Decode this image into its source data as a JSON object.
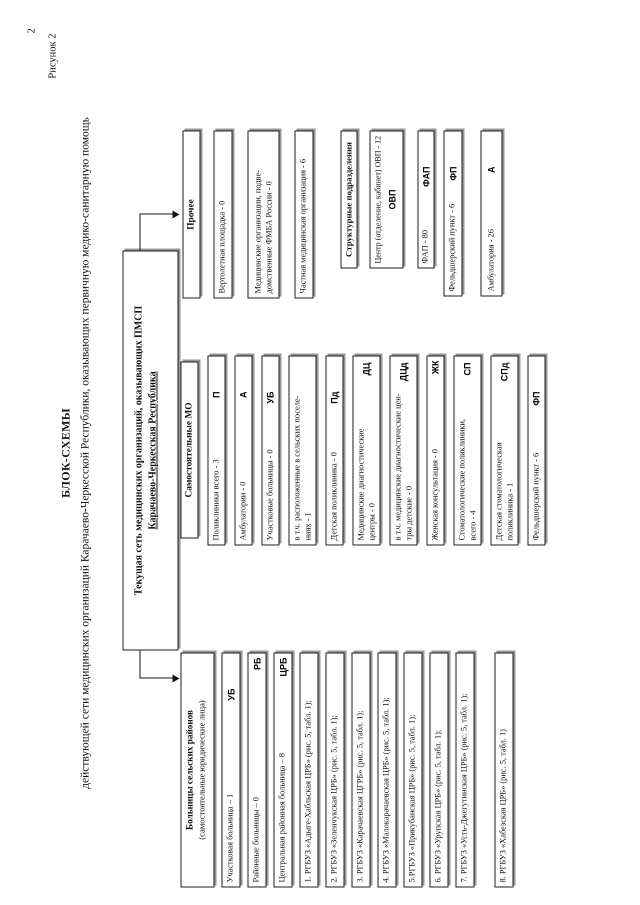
{
  "page": {
    "number": "2",
    "figure_label": "Рисунок 2"
  },
  "title": {
    "heading": "БЛОК-СХЕМЫ",
    "subtitle": "действующей сети медицинских организаций Карачаево-Черкесской Республики, оказывающих первичную медико-санитарную помощь"
  },
  "root_box": {
    "line1": "Текущая сеть медицинских организаций, оказывающих ПМСП",
    "line2": "Карачаево-Черкесская Республика"
  },
  "colors": {
    "ink": "#141414",
    "box_shadow": "#7d7d7d",
    "background": "#ffffff"
  },
  "columns": {
    "rural_hospitals": {
      "header": {
        "line1": "Больницы сельских районов",
        "line2": "(самостоятельные юридические лица)"
      },
      "items": [
        {
          "text": "Участковая больница – 1",
          "abbr": "УБ",
          "abbr_pos": "right"
        },
        {
          "text": "Районные больницы – 0",
          "abbr": "РБ",
          "abbr_pos": "inline"
        },
        {
          "text": "Центральная районная больница – 8",
          "abbr": "ЦРБ",
          "abbr_pos": "inline"
        },
        {
          "text": "1. РГБУЗ «Адыге-Хабльская ЦРБ» (рис. 5, табл. 1);"
        },
        {
          "text": "2. РГБУЗ «Зеленчукская ЦРБ» (рис. 5, табл. 1);"
        },
        {
          "text": "3. РГБУЗ «Карачаевская ЦГРБ» (рис. 5, табл. 1);"
        },
        {
          "text": "4. РГБУЗ «Малокарачаевская ЦРБ» (рис. 5, табл. 1);"
        },
        {
          "text": "5.РГБУЗ «Прикубанская ЦРБ» (рис. 5, табл. 1);"
        },
        {
          "text": "6. РГБУЗ «Урупская ЦРБ» (рис. 5, табл. 1);"
        },
        {
          "text": "7. РГБУЗ «Усть-Джегутинская ЦРБ» (рис. 5, табл. 1);"
        },
        {
          "text": "8. РГБУЗ «Хабезская ЦРБ» (рис. 5, табл. 1)"
        }
      ]
    },
    "independent_mo": {
      "header": "Самостоятельные МО",
      "items": [
        {
          "text": "Поликлиники всего - 3",
          "abbr": "П",
          "abbr_pos": "right"
        },
        {
          "text": "Амбулатории - 0",
          "abbr": "А",
          "abbr_pos": "right"
        },
        {
          "text": "Участковые больницы - 0",
          "abbr": "УБ",
          "abbr_pos": "right"
        },
        {
          "lines": [
            "в т.ч. расположенные в сельских поселе-",
            "ниях - 1"
          ]
        },
        {
          "text": "Детская поликлиника - 0",
          "abbr": "Пд",
          "abbr_pos": "right"
        },
        {
          "lines": [
            "Медицинские диагностические",
            "центры - 0"
          ],
          "abbr": "ДЦ",
          "abbr_pos": "right-middle"
        },
        {
          "lines": [
            "в т.ч. медицинские диагностические цен-",
            "тры детские - 0"
          ],
          "abbr": "ДЦд",
          "abbr_pos": "right-middle"
        },
        {
          "text": "Женская консультация - 0",
          "abbr": "ЖК",
          "abbr_pos": "inline"
        },
        {
          "lines": [
            "Стоматологические поликлиники,",
            "всего - 4"
          ],
          "abbr": "СП",
          "abbr_pos": "right-middle"
        },
        {
          "lines": [
            "Детская стоматологическая",
            "поликлиника - 1"
          ],
          "abbr": "СПд",
          "abbr_pos": "right-middle"
        },
        {
          "text": "Фельдшерский пункт - 6",
          "abbr": "ФП",
          "abbr_pos": "right"
        }
      ]
    },
    "other": {
      "header": "Прочее",
      "items": [
        {
          "text": "Вертолетная площадка - 0"
        },
        {
          "lines": [
            "Медицинские организации, подве-",
            "домственные ФМБА России - 0"
          ]
        },
        {
          "text": "Частная медицинская организация - 6"
        }
      ]
    },
    "structural": {
      "header": "Структурные подразделения",
      "items": [
        {
          "lines": [
            "Центр (отделение, кабинет) ОВП - 12"
          ],
          "abbr": "ОВП",
          "abbr_pos": "below",
          "style": "narrow"
        },
        {
          "text": "ФАП - 80",
          "abbr": "ФАП",
          "abbr_pos": "right",
          "style": "narrow"
        },
        {
          "text": "Фельдшерский пункт - 6",
          "abbr": "ФП",
          "abbr_pos": "right",
          "style": "wide"
        },
        {
          "text": "Амбулатория - 26",
          "abbr": "А",
          "abbr_pos": "right",
          "style": "wide"
        }
      ]
    }
  }
}
